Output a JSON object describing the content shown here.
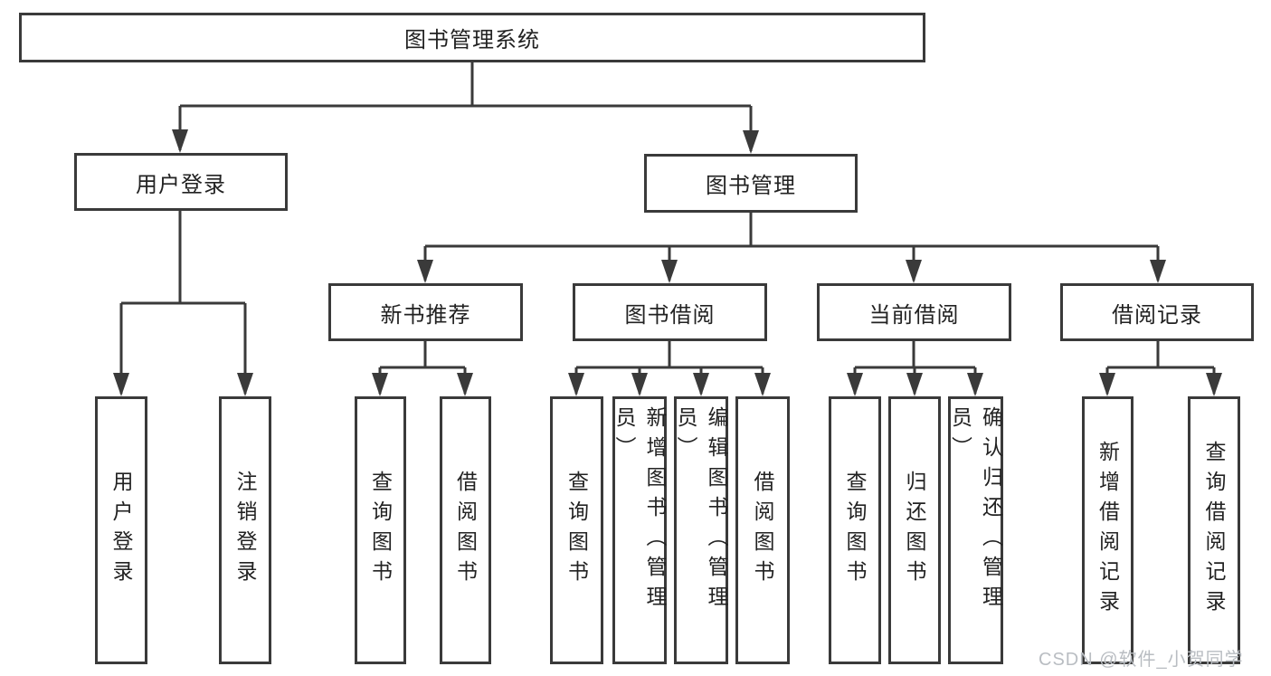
{
  "diagram": {
    "tree": {
      "root": {
        "label": "图书管理系统"
      },
      "level2": [
        {
          "label": "用户登录"
        },
        {
          "label": "图书管理"
        }
      ],
      "level3": [
        {
          "label": "新书推荐"
        },
        {
          "label": "图书借阅"
        },
        {
          "label": "当前借阅"
        },
        {
          "label": "借阅记录"
        }
      ],
      "leaves": {
        "user_login": [
          {
            "label": "用户登录"
          },
          {
            "label": "注销登录"
          }
        ],
        "new_book_recommend": [
          {
            "label": "查询图书"
          },
          {
            "label": "借阅图书"
          }
        ],
        "book_borrow": [
          {
            "label": "查询图书"
          },
          {
            "label": "新增图书（管理员）"
          },
          {
            "label": "编辑图书（管理员）"
          },
          {
            "label": "借阅图书"
          }
        ],
        "current_borrow": [
          {
            "label": "查询图书"
          },
          {
            "label": "归还图书"
          },
          {
            "label": "确认归还（管理员）"
          }
        ],
        "borrow_records": [
          {
            "label": "新增借阅记录"
          },
          {
            "label": "查询借阅记录"
          }
        ]
      }
    },
    "watermark": "CSDN @软件_小贺同学",
    "colors": {
      "line": "#3a3a3a",
      "box_border": "#3a3a3a",
      "box_fill": "#ffffff",
      "text": "#222222",
      "watermark": "#b9bdc2",
      "background": "#ffffff"
    }
  }
}
